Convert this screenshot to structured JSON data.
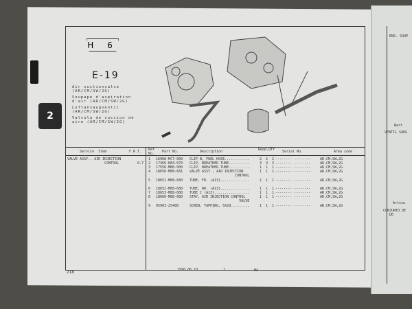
{
  "header": {
    "section_badge": "H 6",
    "figure_no": "E-19",
    "chapter_tab": "2"
  },
  "captions": [
    "Air suctionvalve\n(AR/CM/SW/2G)",
    "Soupape d'aspiration\nd'air (AR/CM/SW/2G)",
    "Luftansaugventil\n(AR/CM/SW/2G)",
    "Valvula de succion de\naire (AR/CM/SW/2G)"
  ],
  "service": {
    "header_item": "Service  Item",
    "header_frt": "F.R.T.",
    "items": [
      {
        "label": "VALVE ASSY., AIR INJECTION\n                  CONTROL",
        "frt": "0.7"
      }
    ]
  },
  "parts": {
    "headers": {
      "ref": "Ref\nNo.",
      "part": "Part No.",
      "desc": "Description",
      "qty": "Reqd.QTY",
      "serial": "Serial No.",
      "area": "Area code"
    },
    "rows": [
      {
        "ref": "1",
        "part": "16968-MC7-000",
        "desc": "CLIP B, FUEL HOSE............",
        "qty": "2  2  2",
        "area": "AR,CM,SW,2G"
      },
      {
        "ref": "2",
        "part": "17369-KB4-670",
        "desc": "CLIP, BREATHER TUBE..........",
        "qty": "3  3  3",
        "area": "AR,CM,SW,2G"
      },
      {
        "ref": "3",
        "part": "17556-MB0-000",
        "desc": "CLIP, BREATHER TUBE..........",
        "qty": "1  1  1",
        "area": "AR,CM,SW,2G"
      },
      {
        "ref": "4",
        "part": "18650-MB8-681",
        "desc": "VALVE ASSY., AIR INJECTION\n                      CONTROL",
        "qty": "1  1  1",
        "area": "AR,CM,SW,2G"
      },
      {
        "ref": "5",
        "part": "18651-MB8-680",
        "desc": "TUBE, FR. (A13)..............",
        "qty": "1  1  1",
        "area": "AR,CM,SW,2G"
      },
      {
        "ref": "6",
        "part": "18652-MB8-680",
        "desc": "TUBE, RR. (A13)..............",
        "qty": "1  1  1",
        "area": "AR,CM,SW,2G"
      },
      {
        "ref": "7",
        "part": "18653-MB8-680",
        "desc": "TUBE C (A13).................",
        "qty": "1  1  1",
        "area": "AR,CM,SW,2G"
      },
      {
        "ref": "8",
        "part": "18660-MB8-680",
        "desc": "STAY, AIR INJECTION CONTROL\n                        VALVE",
        "qty": "1  1  1",
        "area": "AR,CM,SW,2G"
      },
      {
        "ref": "9",
        "part": "95903-25480",
        "desc": "SCREW, TAPPING, 5X20.........",
        "qty": "1  1  1",
        "area": "AR,CM,SW,2G"
      }
    ]
  },
  "footer": {
    "page": "218",
    "date": "1998.06.10",
    "rev": "1",
    "code": "HA"
  },
  "right_page": {
    "item_en": "ENS. SOUP",
    "item_de": "Wart",
    "de_row": "VENTIL SAUG",
    "item_es": "Articu",
    "es_row": "CONJUNTO DE\n   DE"
  }
}
